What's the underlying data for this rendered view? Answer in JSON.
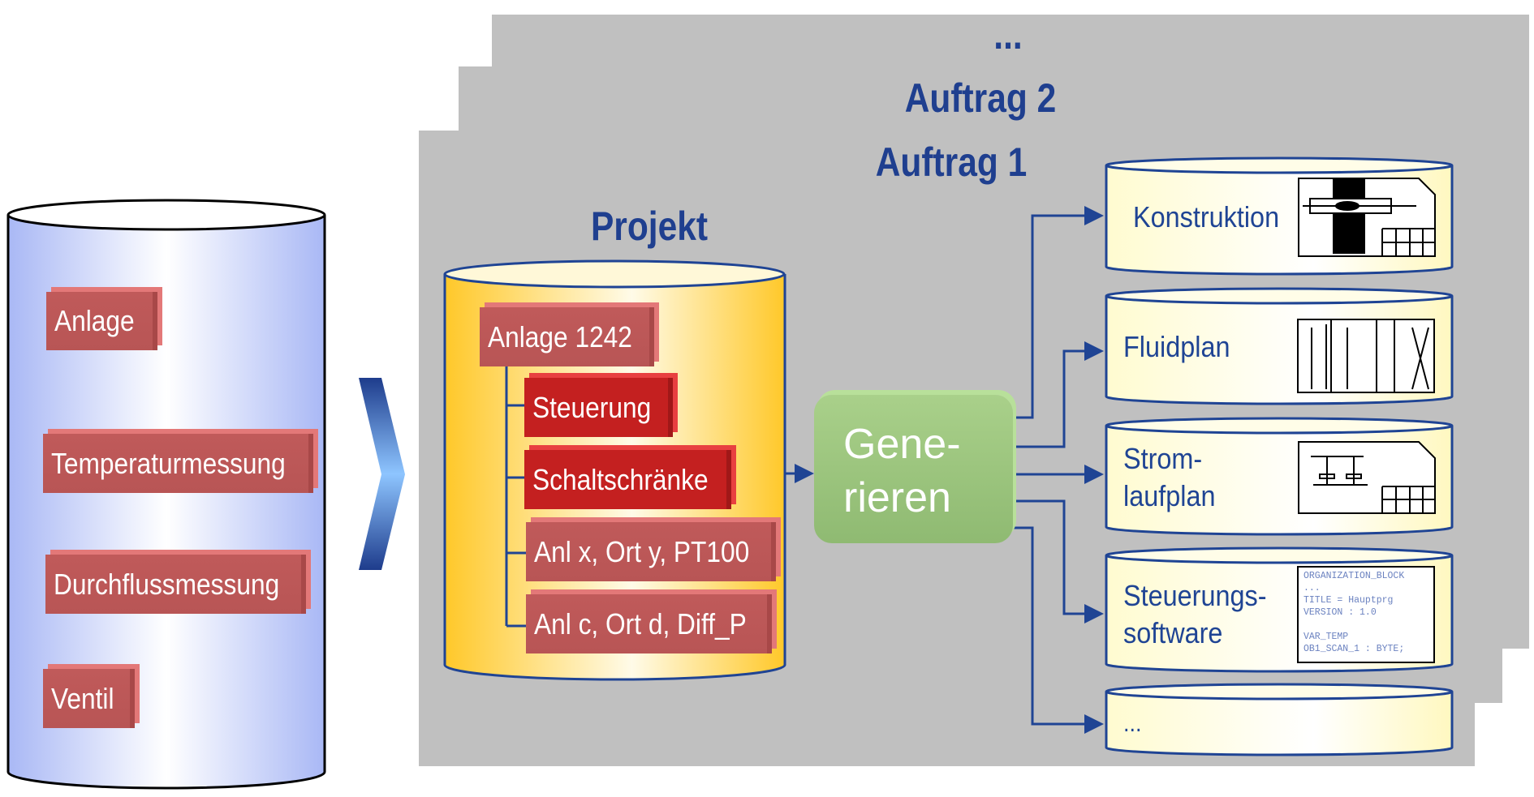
{
  "stack": {
    "ellipsis": "...",
    "order2": "Auftrag 2",
    "order1": "Auftrag 1"
  },
  "source": {
    "items": [
      "Anlage",
      "Temperaturmessung",
      "Durchflussmessung",
      "Ventil"
    ]
  },
  "project": {
    "title": "Projekt",
    "root": "Anlage 1242",
    "children": [
      "Steuerung",
      "Schaltschränke",
      "Anl x, Ort y, PT100",
      "Anl c, Ort d, Diff_P"
    ]
  },
  "generate": {
    "line1": "Gene-",
    "line2": "rieren",
    "icon": "gears-icon"
  },
  "outputs": [
    {
      "lines": [
        "Konstruktion"
      ],
      "icon": "mechanical-drawing-icon"
    },
    {
      "lines": [
        "Fluidplan"
      ],
      "icon": "fluid-schematic-icon"
    },
    {
      "lines": [
        "Strom-",
        "laufplan"
      ],
      "icon": "circuit-diagram-icon"
    },
    {
      "lines": [
        "Steuerungs-",
        "software"
      ],
      "icon": "code-listing-icon"
    },
    {
      "lines": [
        "..."
      ]
    }
  ],
  "code_listing": [
    "ORGANIZATION_BLOCK",
    "...",
    "TITLE = Hauptprg",
    "VERSION : 1.0",
    "",
    "VAR_TEMP",
    "OB1_SCAN_1 : BYTE;"
  ],
  "colors": {
    "title_blue": "#1f3f8f",
    "box_red": "#b85555",
    "box_dark_red": "#c42020",
    "generate_green": "#8fba72",
    "panel_gray": "#c0c0c0"
  }
}
